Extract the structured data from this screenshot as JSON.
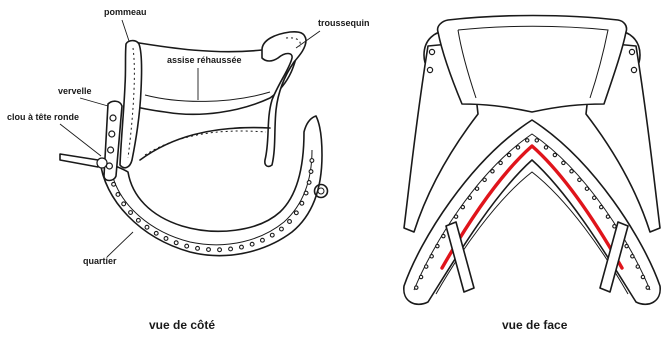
{
  "side_view": {
    "labels": {
      "pommeau": "pommeau",
      "assise": "assise réhaussée",
      "troussequin": "troussequin",
      "vervelle": "vervelle",
      "clou": "clou à tête ronde",
      "quartier": "quartier"
    },
    "caption": "vue de côté"
  },
  "front_view": {
    "caption": "vue de face",
    "highlight_color": "#e0141b"
  },
  "colors": {
    "ink": "#1a1a1a",
    "background": "#ffffff"
  }
}
